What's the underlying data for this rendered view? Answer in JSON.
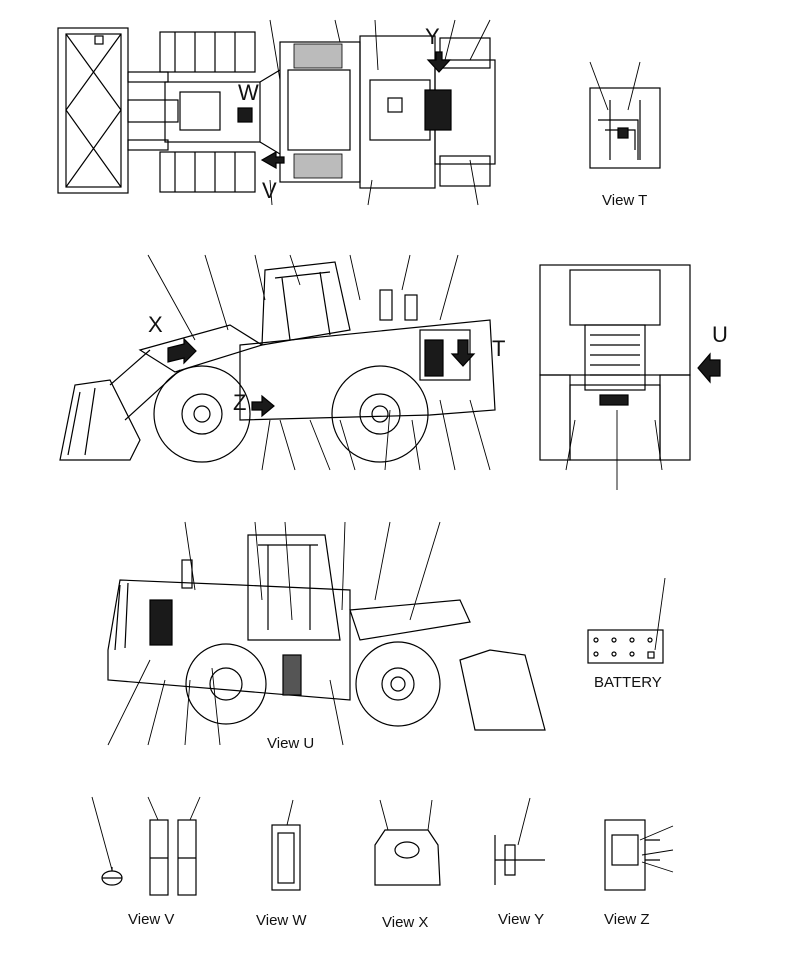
{
  "views": {
    "t": "View T",
    "u": "View U",
    "v": "View V",
    "w": "View W",
    "x": "View X",
    "y": "View Y",
    "z": "View Z",
    "battery": "BATTERY"
  },
  "view_letters": {
    "t": "T",
    "u": "U",
    "v": "V",
    "w": "W",
    "x": "X",
    "y": "Y",
    "z": "Z"
  },
  "colors": {
    "line": "#000000",
    "paper": "#ffffff",
    "fill_dark": "#1a1a1a",
    "fill_mid": "#555555"
  }
}
